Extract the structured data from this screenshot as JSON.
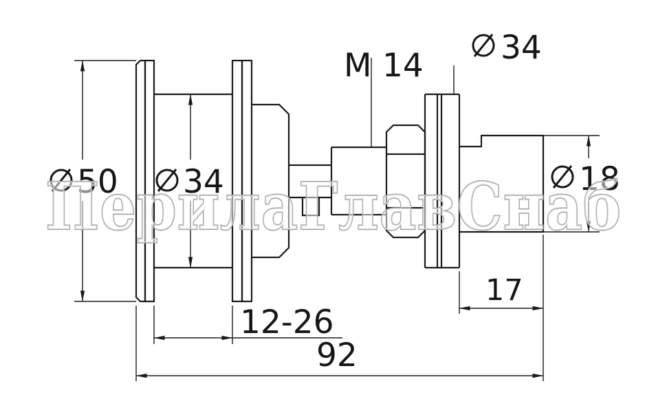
{
  "watermark": {
    "text": "ПерилаГлавСнаб"
  },
  "symbols": {
    "diameter": "⌀"
  },
  "dimensions": {
    "flange_diameter": {
      "icon": "diameter-icon",
      "value": "50"
    },
    "body_diameter": {
      "icon": "diameter-icon",
      "value": "34"
    },
    "thread_size": {
      "prefix": "M",
      "value": "14"
    },
    "washer_diameter": {
      "icon": "diameter-icon",
      "value": "34"
    },
    "stem_diameter": {
      "icon": "diameter-icon",
      "value": "18"
    },
    "stem_length": {
      "value": "17"
    },
    "grip_range": {
      "value": "12-26"
    },
    "overall_length": {
      "value": "92"
    }
  }
}
